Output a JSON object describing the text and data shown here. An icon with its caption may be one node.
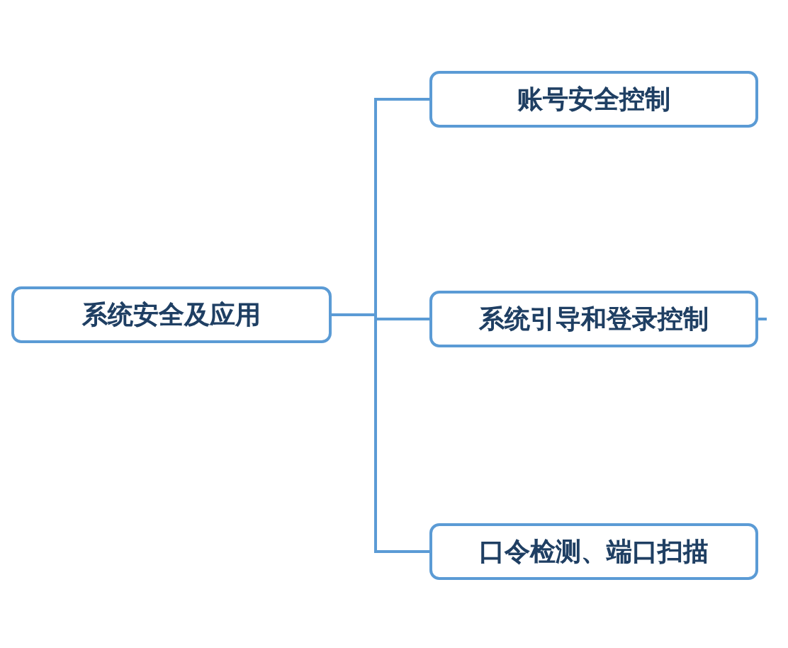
{
  "diagram": {
    "nodes": [
      {
        "text": [
          "系统安全及应用"
        ]
      },
      {
        "text": [
          "账号安全控制"
        ]
      },
      {
        "text": [
          "系统引导和登录控制"
        ]
      },
      {
        "text": [
          "口令检测、端口扫描"
        ]
      }
    ],
    "edges": [
      {
        "from": 0,
        "to": 1,
        "arrow": "none"
      },
      {
        "from": 0,
        "to": 2,
        "arrow": "none"
      },
      {
        "from": 0,
        "to": 3,
        "arrow": "none"
      },
      {
        "from": 2,
        "to": null,
        "arrow": "none"
      }
    ]
  }
}
